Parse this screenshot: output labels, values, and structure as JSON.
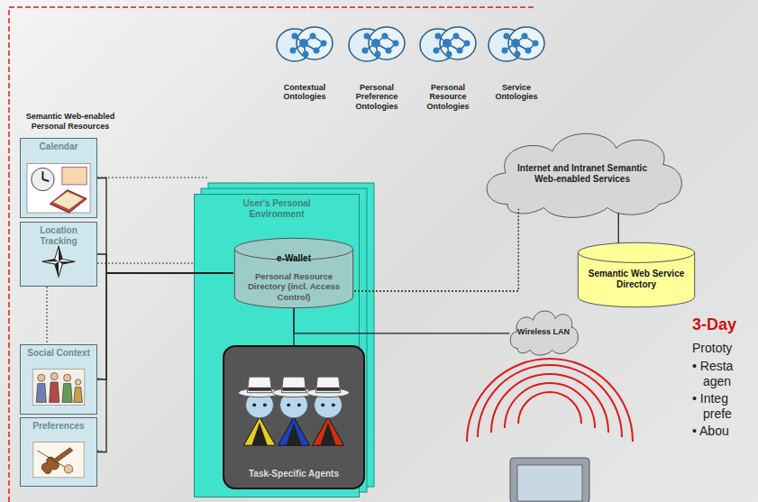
{
  "diagram": {
    "nodes": [
      {
        "text": [
          "Contextual Ontologies"
        ]
      },
      {
        "text": [
          "Personal Preference Ontologies"
        ]
      },
      {
        "text": [
          "Personal Resource Ontologies"
        ]
      },
      {
        "text": [
          "Service Ontologies"
        ]
      },
      {
        "text": [
          "Calendar"
        ]
      },
      {
        "text": [
          "Location Tracking"
        ]
      },
      {
        "text": [
          "Social Context"
        ]
      },
      {
        "text": [
          "Preferences"
        ]
      },
      {
        "text": [
          "User's Personal Environment"
        ]
      },
      {
        "text": [
          "e-Wallet",
          "Personal Resource Directory (incl. Access Control)"
        ],
        "in": 8
      },
      {
        "text": [
          "Task-Specific Agents"
        ],
        "in": 8
      },
      {
        "text": [
          "Internet and Intranet Semantic Web-enabled Services"
        ]
      },
      {
        "text": [
          "Semantic Web Service Directory"
        ]
      },
      {
        "text": [
          "Wireless LAN"
        ]
      }
    ],
    "edges": [
      {
        "from": 4,
        "to": 9,
        "arrow": "none"
      },
      {
        "from": 5,
        "to": 9,
        "arrow": "none"
      },
      {
        "from": 6,
        "to": 9,
        "arrow": "none"
      },
      {
        "from": 7,
        "to": 9,
        "arrow": "none"
      },
      {
        "from": 9,
        "to": 10,
        "arrow": "none"
      },
      {
        "from": 9,
        "to": 11,
        "arrow": "none"
      },
      {
        "from": 9,
        "to": 13,
        "arrow": "none"
      },
      {
        "from": 11,
        "to": 12,
        "arrow": "none"
      }
    ],
    "labels": [
      "Semantic Web-enabled Personal Resources",
      "3-Day",
      "Prototy",
      "• Resta agen",
      "• Integ prefe",
      "• Abou"
    ]
  }
}
